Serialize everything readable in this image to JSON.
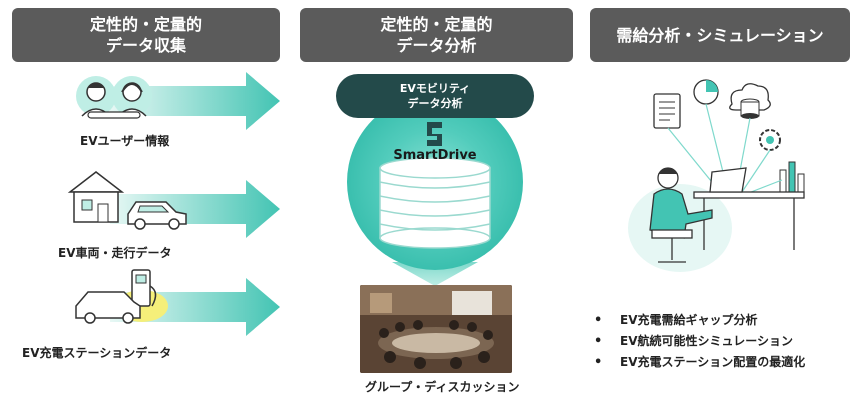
{
  "columns": [
    {
      "title_line1": "定性的・定量的",
      "title_line2": "データ収集"
    },
    {
      "title_line1": "定性的・定量的",
      "title_line2": "データ分析"
    },
    {
      "title_line1": "需給分析・シミュレーション"
    }
  ],
  "collection_items": [
    {
      "label": "EVユーザー情報"
    },
    {
      "label": "EV車両・走行データ"
    },
    {
      "label": "EV充電ステーションデータ"
    }
  ],
  "analysis": {
    "bubble_line1": "EVモビリティ",
    "bubble_line2": "データ分析",
    "brand": "SmartDrive",
    "photo_caption": "グループ・ディスカッション"
  },
  "results": [
    "EV充電需給ギャップ分析",
    "EV航続可能性シミュレーション",
    "EV充電ステーション配置の最適化"
  ],
  "colors": {
    "header_bg": "#5b5b5b",
    "teal": "#43c4b3",
    "teal_light": "#bfeee5",
    "dark_teal": "#234a4a"
  },
  "icons": [
    "user-icon",
    "house-icon",
    "car-icon",
    "charging-station-icon",
    "database-icon",
    "cloud-icon",
    "gear-icon",
    "chart-icon",
    "document-icon",
    "person-at-computer-icon"
  ]
}
